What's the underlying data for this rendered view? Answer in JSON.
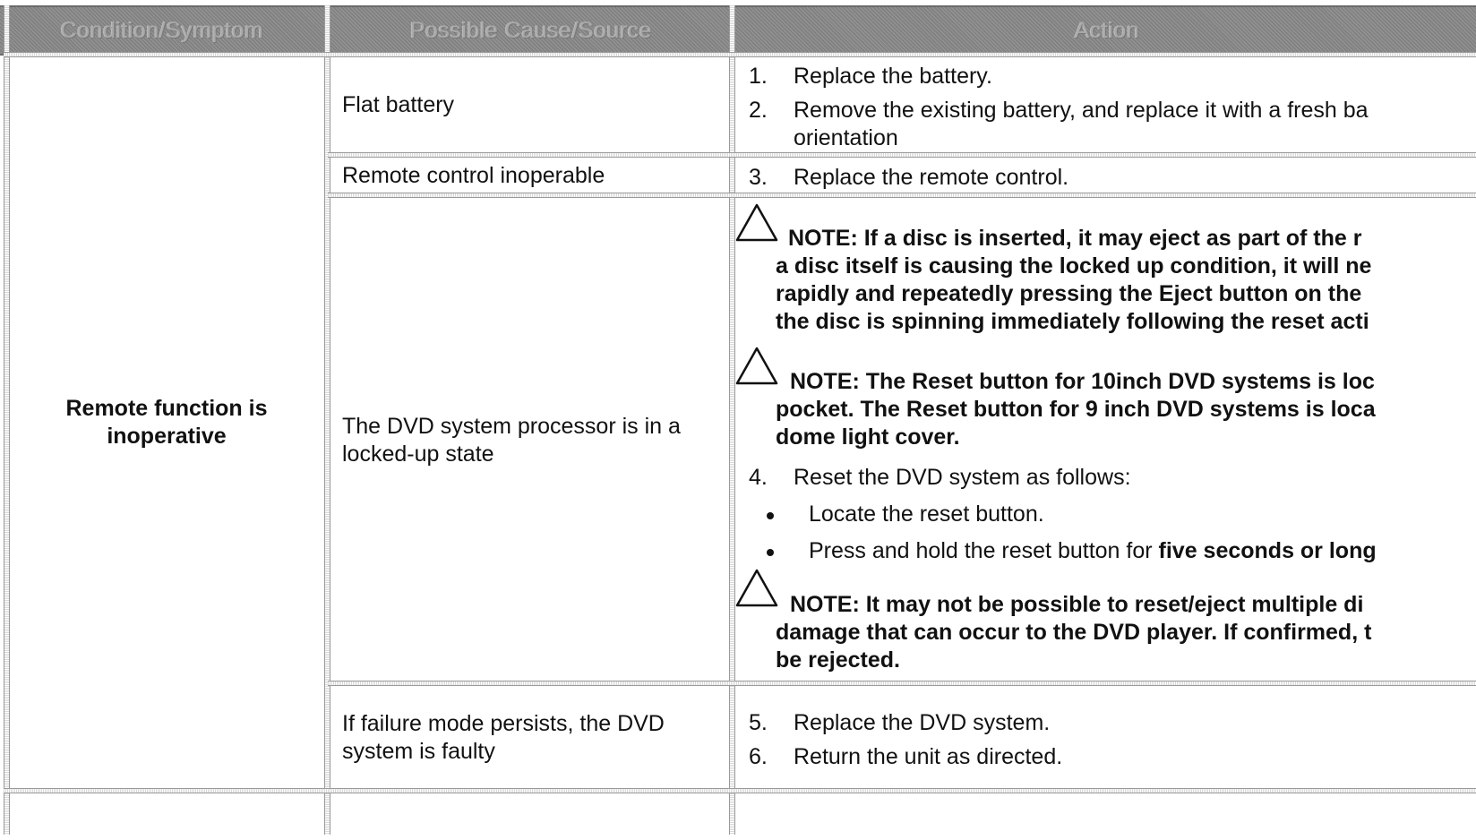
{
  "table": {
    "headers": {
      "condition": "Condition/Symptom",
      "cause": "Possible Cause/Source",
      "action": "Action"
    },
    "condition": {
      "line1": "Remote function is",
      "line2": "inoperative"
    },
    "causes": {
      "flat_battery": "Flat battery",
      "remote_inoperable": "Remote control inoperable",
      "locked_line1": "The DVD system processor is in a",
      "locked_line2": "locked-up state",
      "faulty_line1": "If failure mode persists, the DVD",
      "faulty_line2": "system is faulty"
    },
    "actions": {
      "s1_num": "1.",
      "s1": "Replace the battery.",
      "s2_num": "2.",
      "s2_line1": "Remove the existing battery, and replace it with a fresh ba",
      "s2_line2": "orientation",
      "s3_num": "3.",
      "s3": "Replace the remote control.",
      "note1_l1": "NOTE:  If a disc is inserted, it may eject as part of the r",
      "note1_l2": "a disc itself is causing the locked up condition, it will ne",
      "note1_l3": "rapidly and repeatedly pressing the Eject button on the",
      "note1_l4": "the disc is spinning immediately following the reset acti",
      "note2_l1": "NOTE: The Reset button for 10inch DVD systems is loc",
      "note2_l2": "pocket. The Reset button for 9 inch DVD systems is loca",
      "note2_l3": "dome light cover.",
      "s4_num": "4.",
      "s4": "Reset the DVD system as follows:",
      "b1": "Locate the reset button.",
      "b2_plain": "Press and hold the reset button for ",
      "b2_bold": "five seconds or long",
      "note3_l1": "NOTE:  It may not be possible to reset/eject multiple di",
      "note3_l2": "damage that can occur to the DVD player. If confirmed, t",
      "note3_l3": "be rejected.",
      "s5_num": "5.",
      "s5": "Replace the DVD system.",
      "s6_num": "6.",
      "s6": "Return the unit as directed."
    }
  }
}
